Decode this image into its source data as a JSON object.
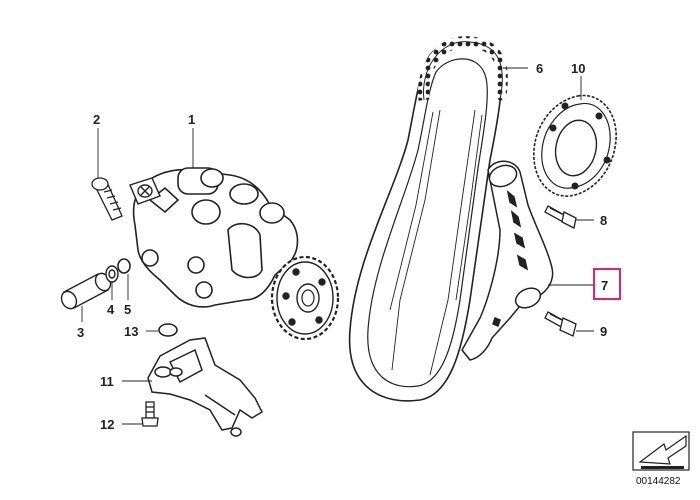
{
  "diagram": {
    "callouts": [
      {
        "id": "c1",
        "label": "1"
      },
      {
        "id": "c2",
        "label": "2"
      },
      {
        "id": "c3",
        "label": "3"
      },
      {
        "id": "c4",
        "label": "4"
      },
      {
        "id": "c5",
        "label": "5"
      },
      {
        "id": "c6",
        "label": "6"
      },
      {
        "id": "c7",
        "label": "7",
        "highlighted": true
      },
      {
        "id": "c8",
        "label": "8"
      },
      {
        "id": "c9",
        "label": "9"
      },
      {
        "id": "c10",
        "label": "10"
      },
      {
        "id": "c11",
        "label": "11"
      },
      {
        "id": "c12",
        "label": "12"
      },
      {
        "id": "c13",
        "label": "13"
      }
    ],
    "highlight_color": "#e0217a",
    "catalog_number": "00144282"
  }
}
